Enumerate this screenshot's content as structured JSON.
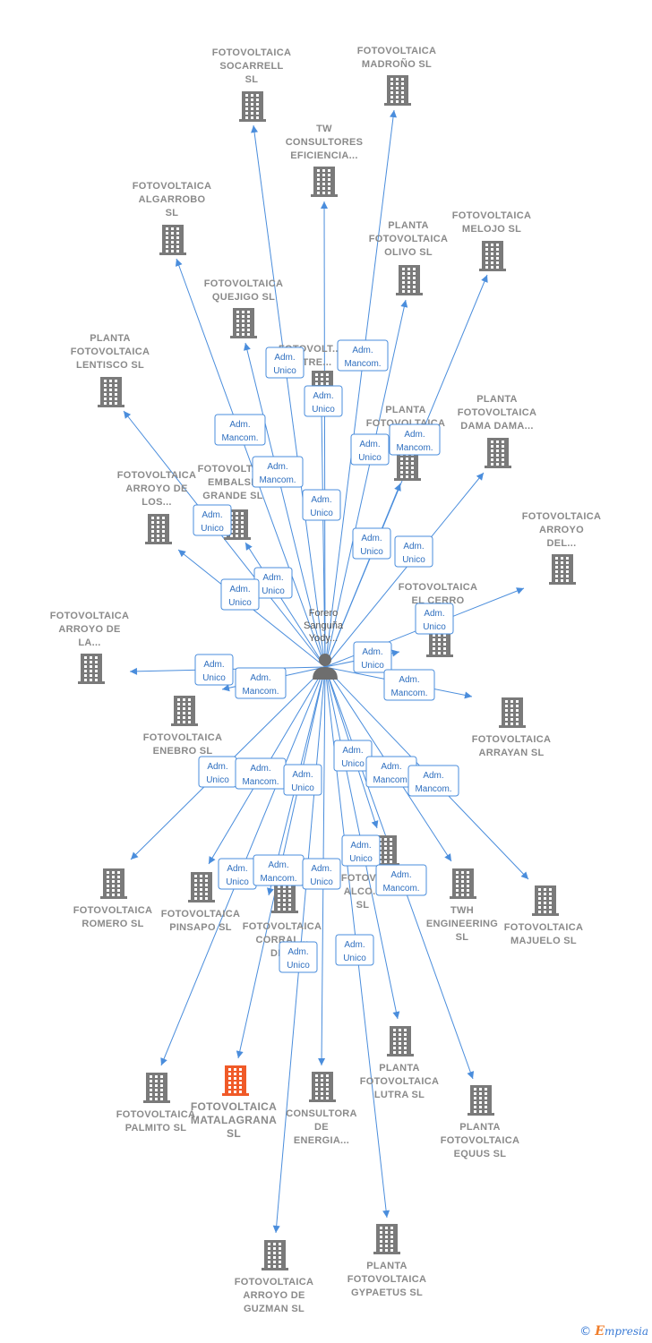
{
  "colors": {
    "edge": "#4a8ddc",
    "company_icon": "#7a7a7a",
    "highlight_icon": "#f05a28",
    "label": "#8a8a8a",
    "badge_text": "#2f6fbf",
    "brand": "#3a7bd5"
  },
  "center": {
    "name_lines": [
      "Forero",
      "Sanguña",
      "Yody..."
    ],
    "icon": "person-icon"
  },
  "companies": [
    {
      "id": "socarrell",
      "lines": [
        "FOTOVOLTAICA",
        "SOCARRELL",
        "SL"
      ],
      "role": "Adm. Unico",
      "highlight": false
    },
    {
      "id": "madrono",
      "lines": [
        "FOTOVOLTAICA",
        "MADROÑO  SL"
      ],
      "role": "Adm. Mancom.",
      "highlight": false
    },
    {
      "id": "tw-consultores",
      "lines": [
        "TW",
        "CONSULTORES",
        "EFICIENCIA..."
      ],
      "role": "Adm. Unico",
      "highlight": false
    },
    {
      "id": "algarrobo",
      "lines": [
        "FOTOVOLTAICA",
        "ALGARROBO",
        "SL"
      ],
      "role": "Adm. Mancom.",
      "highlight": false
    },
    {
      "id": "olivo",
      "lines": [
        "PLANTA",
        "FOTOVOLTAICA",
        "OLIVO  SL"
      ],
      "role": "Adm. Unico",
      "highlight": false
    },
    {
      "id": "melojo",
      "lines": [
        "FOTOVOLTAICA",
        "MELOJO  SL"
      ],
      "role": "Adm. Mancom.",
      "highlight": false
    },
    {
      "id": "quejigo",
      "lines": [
        "FOTOVOLTAICA",
        "QUEJIGO  SL"
      ],
      "role": "Adm. Mancom.",
      "highlight": false
    },
    {
      "id": "lentisco",
      "lines": [
        "PLANTA",
        "FOTOVOLTAICA",
        "LENTISCO  SL"
      ],
      "role": "Adm. Unico",
      "highlight": false
    },
    {
      "id": "astre",
      "lines": [
        "FOTOVOLT...",
        "ASTRE..."
      ],
      "role": "Adm. Unico",
      "highlight": false
    },
    {
      "id": "dama-dama",
      "lines": [
        "PLANTA",
        "FOTOVOLTAICA",
        "DAMA DAMA..."
      ],
      "role": "Adm. Unico",
      "highlight": false
    },
    {
      "id": "planta-fotovoltaica-v",
      "lines": [
        "PLANTA",
        "FOTOVOLTAICA",
        "V..."
      ],
      "role": "Adm. Unico",
      "highlight": false
    },
    {
      "id": "embalse-grande",
      "lines": [
        "FOTOVOLTA...",
        "EMBALSE",
        "GRANDE  SL"
      ],
      "role": "Adm. Unico",
      "highlight": false
    },
    {
      "id": "arroyo-de-los",
      "lines": [
        "FOTOVOLTAICA",
        "ARROYO DE",
        "LOS..."
      ],
      "role": "Adm. Unico",
      "highlight": false
    },
    {
      "id": "arroyo-del",
      "lines": [
        "FOTOVOLTAICA",
        "ARROYO",
        "DEL..."
      ],
      "role": "Adm. Unico",
      "highlight": false
    },
    {
      "id": "el-cerro",
      "lines": [
        "FOTOVOLTAICA",
        "EL CERRO"
      ],
      "role": "Adm. Unico",
      "highlight": false
    },
    {
      "id": "arroyo-de-la",
      "lines": [
        "FOTOVOLTAICA",
        "ARROYO DE",
        "LA..."
      ],
      "role": "Adm. Unico",
      "highlight": false
    },
    {
      "id": "enebro",
      "lines": [
        "FOTOVOLTAICA",
        "ENEBRO  SL"
      ],
      "role": "Adm. Mancom.",
      "highlight": false
    },
    {
      "id": "arrayan",
      "lines": [
        "FOTOVOLTAICA",
        "ARRAYAN  SL"
      ],
      "role": "Adm. Mancom.",
      "highlight": false
    },
    {
      "id": "romero",
      "lines": [
        "FOTOVOLTAICA",
        "ROMERO  SL"
      ],
      "role": "Adm. Unico",
      "highlight": false
    },
    {
      "id": "pinsapo",
      "lines": [
        "FOTOVOLTAICA",
        "PINSAPO  SL"
      ],
      "role": "Adm. Mancom.",
      "highlight": false
    },
    {
      "id": "corral",
      "lines": [
        "FOTOVOLTAICA",
        "CORRAL...",
        "DE..."
      ],
      "role": "Adm. Unico",
      "highlight": false
    },
    {
      "id": "alco",
      "lines": [
        "FOTOV...",
        "ALCO...",
        "SL"
      ],
      "role": "Adm. Unico",
      "highlight": false
    },
    {
      "id": "twh",
      "lines": [
        "TWH",
        "ENGINEERING",
        "SL"
      ],
      "role": "Adm. Mancom.",
      "highlight": false
    },
    {
      "id": "majuelo",
      "lines": [
        "FOTOVOLTAICA",
        "MAJUELO  SL"
      ],
      "role": "Adm. Mancom.",
      "highlight": false
    },
    {
      "id": "palmito",
      "lines": [
        "FOTOVOLTAICA",
        "PALMITO  SL"
      ],
      "role": "Adm. Unico",
      "highlight": false
    },
    {
      "id": "matalagrana",
      "lines": [
        "FOTOVOLTAICA",
        "MATALAGRANA",
        "SL"
      ],
      "role": "Adm. Mancom.",
      "highlight": true
    },
    {
      "id": "consultora",
      "lines": [
        "CONSULTORA",
        "DE",
        "ENERGIA..."
      ],
      "role": "Adm. Unico",
      "highlight": false
    },
    {
      "id": "lutra",
      "lines": [
        "PLANTA",
        "FOTOVOLTAICA",
        "LUTRA  SL"
      ],
      "role": "Adm. Unico",
      "highlight": false
    },
    {
      "id": "equus",
      "lines": [
        "PLANTA",
        "FOTOVOLTAICA",
        "EQUUS  SL"
      ],
      "role": "Adm. Mancom.",
      "highlight": false
    },
    {
      "id": "arroyo-de-guzman",
      "lines": [
        "FOTOVOLTAICA",
        "ARROYO DE",
        "GUZMAN  SL"
      ],
      "role": "Adm. Unico",
      "highlight": false
    },
    {
      "id": "gypaetus",
      "lines": [
        "PLANTA",
        "FOTOVOLTAICA",
        "GYPAETUS  SL"
      ],
      "role": "Adm. Unico",
      "highlight": false
    }
  ],
  "footer": {
    "copyright_symbol": "©",
    "brand_first": "E",
    "brand_rest": "mpresia"
  }
}
